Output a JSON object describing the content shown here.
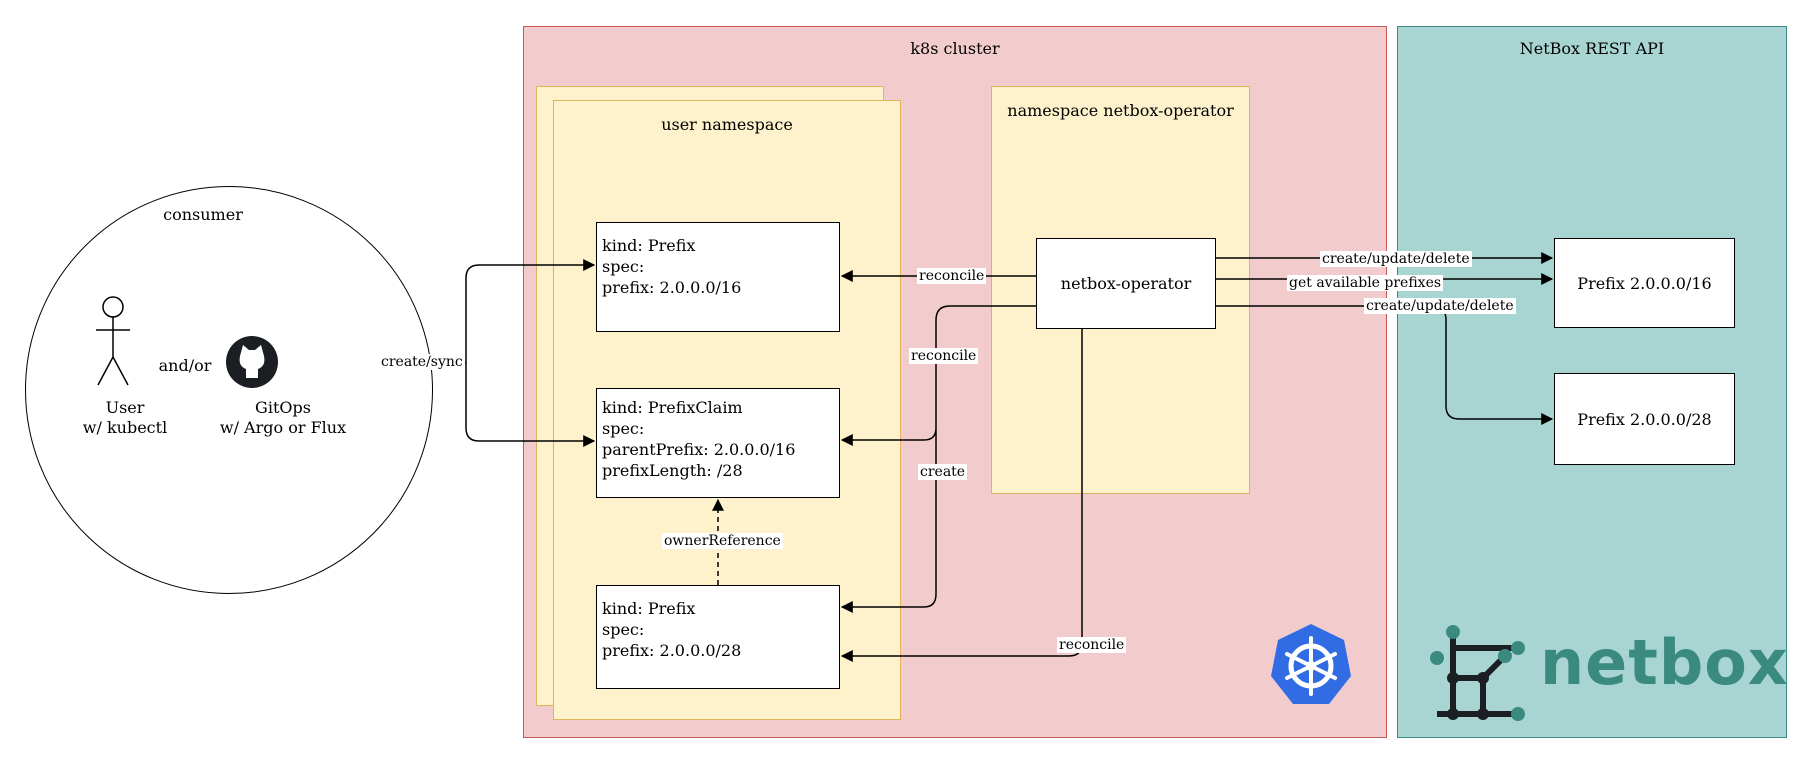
{
  "containers": {
    "k8s_cluster": "k8s cluster",
    "netbox_api": "NetBox REST API",
    "user_namespace": "user namespace",
    "operator_namespace": "namespace netbox-operator"
  },
  "consumer": {
    "title": "consumer",
    "user_line1": "User",
    "user_line2": "w/ kubectl",
    "and_or": "and/or",
    "gitops_line1": "GitOps",
    "gitops_line2": "w/ Argo or Flux"
  },
  "resources": {
    "prefix16": [
      "kind: Prefix",
      "spec:",
      "prefix: 2.0.0.0/16"
    ],
    "claim": [
      "kind: PrefixClaim",
      "spec:",
      "parentPrefix: 2.0.0.0/16",
      "prefixLength: /28"
    ],
    "prefix28": [
      "kind: Prefix",
      "spec:",
      "prefix: 2.0.0.0/28"
    ]
  },
  "operator": "netbox-operator",
  "netbox_objects": {
    "prefix16": "Prefix 2.0.0.0/16",
    "prefix28": "Prefix 2.0.0.0/28"
  },
  "edges": {
    "create_sync": "create/sync",
    "reconcile_1": "reconcile",
    "reconcile_2": "reconcile",
    "create": "create",
    "owner_reference": "ownerReference",
    "reconcile_3": "reconcile",
    "crud_1": "create/update/delete",
    "get_available": "get available prefixes",
    "crud_2": "create/update/delete"
  },
  "logos": {
    "kubernetes": "kubernetes-logo",
    "netbox_text": "netbox"
  },
  "colors": {
    "k8s_bg": "#f2cccc",
    "netbox_bg": "#a8d5d1",
    "namespace_bg": "#fdf2cc",
    "k8s_blue": "#326ce5",
    "netbox_green": "#3a8a80"
  }
}
